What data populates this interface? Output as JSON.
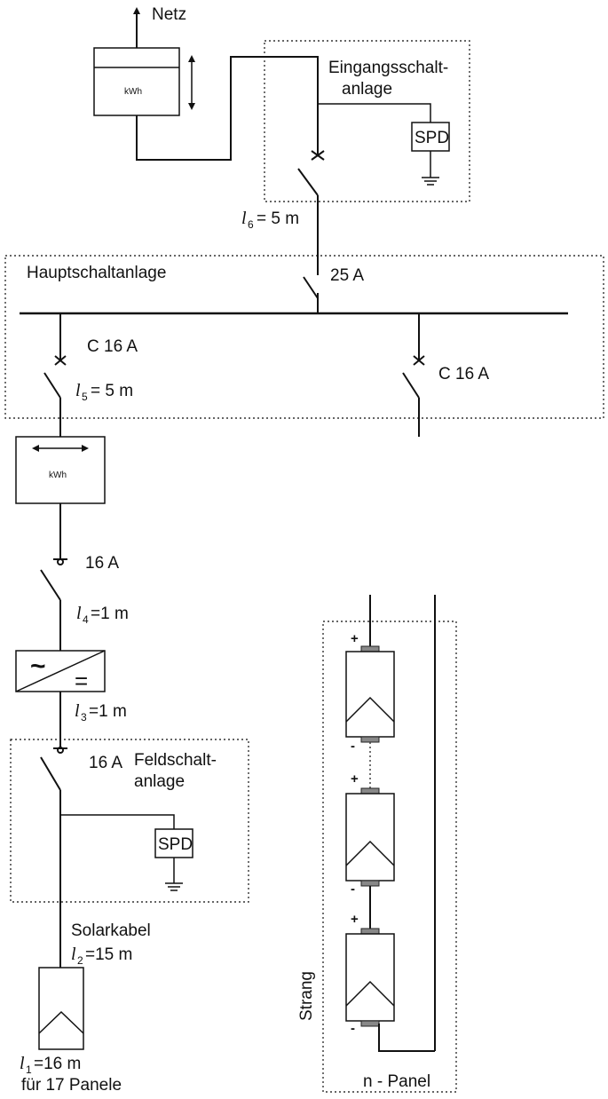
{
  "labels": {
    "netz": "Netz",
    "eingang_1": "Eingangsschalt-",
    "eingang_2": "anlage",
    "spd_top": "SPD",
    "haupt": "Hauptschaltanlage",
    "i_25": "25 A",
    "c16_left": "C 16 A",
    "c16_right": "C 16 A",
    "i_16_a": "16 A",
    "i_16_b": "16 A",
    "feld_1": "Feldschalt-",
    "feld_2": "anlage",
    "spd_bottom": "SPD",
    "solarkabel": "Solarkabel",
    "panels": "für 17 Panele",
    "strang": "Strang",
    "n_panel": "n - Panel",
    "kwh_top": "kWh",
    "kwh_mid": "kWh",
    "inverter_ac": "~",
    "inverter_dc": "="
  },
  "lengths": {
    "l6": {
      "sym": "l",
      "sub": "6",
      "value": "= 5 m"
    },
    "l5": {
      "sym": "l",
      "sub": "5",
      "value": "= 5 m"
    },
    "l4": {
      "sym": "l",
      "sub": "4",
      "value": "=1 m"
    },
    "l3": {
      "sym": "l",
      "sub": "3",
      "value": "=1 m"
    },
    "l2": {
      "sym": "l",
      "sub": "2",
      "value": "=15 m"
    },
    "l1": {
      "sym": "l",
      "sub": "1",
      "value": "=16 m"
    }
  },
  "string_marks": {
    "p1_plus": "+",
    "p1_minus": "-",
    "p2_plus": "+",
    "p2_minus": "-",
    "p3_plus": "+",
    "p3_minus": "-"
  }
}
